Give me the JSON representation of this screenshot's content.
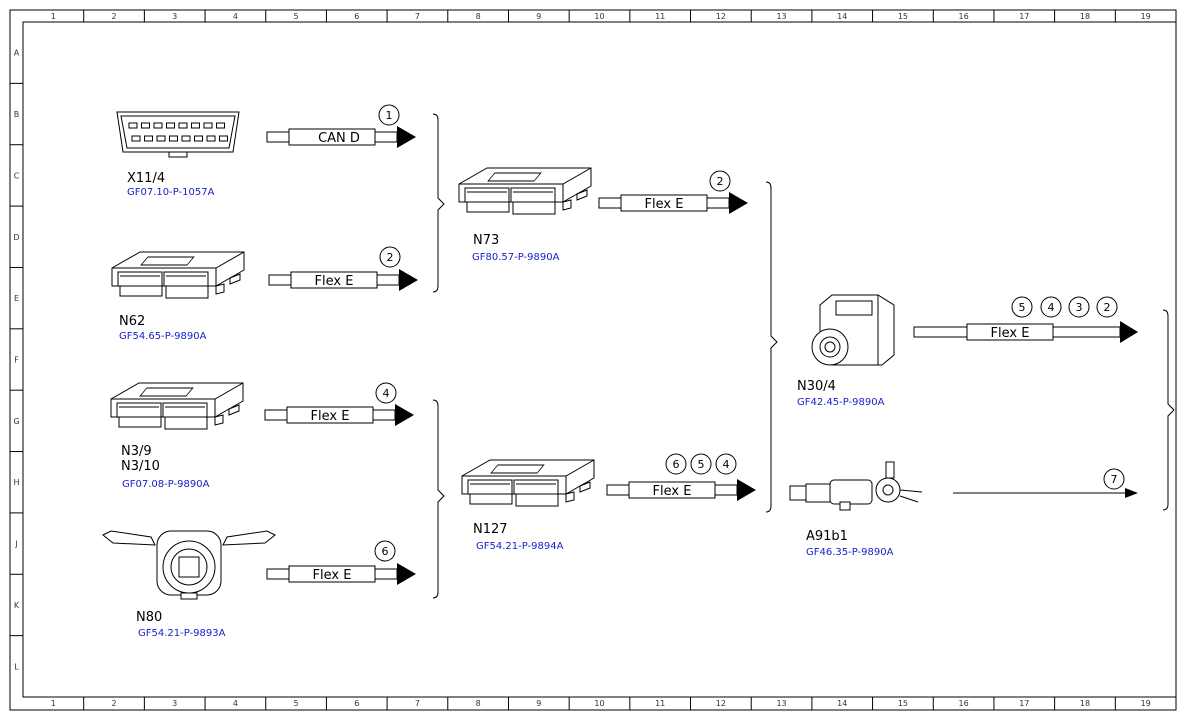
{
  "frame": {
    "col_labels": [
      "1",
      "2",
      "3",
      "4",
      "5",
      "6",
      "7",
      "8",
      "9",
      "10",
      "11",
      "12",
      "13",
      "14",
      "15",
      "16",
      "17",
      "18",
      "19"
    ],
    "row_labels": [
      "A",
      "B",
      "C",
      "D",
      "E",
      "F",
      "G",
      "H",
      "J",
      "K",
      "L"
    ]
  },
  "components": [
    {
      "id": "x11-4",
      "name": "X11/4",
      "ref": "GF07.10-P-1057A",
      "name2": ""
    },
    {
      "id": "n62",
      "name": "N62",
      "ref": "GF54.65-P-9890A",
      "name2": ""
    },
    {
      "id": "n3-9",
      "name": "N3/9",
      "name2": "N3/10",
      "ref": "GF07.08-P-9890A"
    },
    {
      "id": "n80",
      "name": "N80",
      "ref": "GF54.21-P-9893A",
      "name2": ""
    },
    {
      "id": "n73",
      "name": "N73",
      "ref": "GF80.57-P-9890A",
      "name2": ""
    },
    {
      "id": "n127",
      "name": "N127",
      "ref": "GF54.21-P-9894A",
      "name2": ""
    },
    {
      "id": "n30-4",
      "name": "N30/4",
      "ref": "GF42.45-P-9890A",
      "name2": ""
    },
    {
      "id": "a91b1",
      "name": "A91b1",
      "ref": "GF46.35-P-9890A",
      "name2": ""
    }
  ],
  "connections": [
    {
      "id": "x11-bus",
      "label": "CAN D",
      "markers": [
        "1"
      ]
    },
    {
      "id": "n62-bus",
      "label": "Flex E",
      "markers": [
        "2"
      ]
    },
    {
      "id": "n3-bus",
      "label": "Flex E",
      "markers": [
        "4"
      ]
    },
    {
      "id": "n80-bus",
      "label": "Flex E",
      "markers": [
        "6"
      ]
    },
    {
      "id": "n73-bus",
      "label": "Flex E",
      "markers": [
        "2"
      ]
    },
    {
      "id": "n127-bus",
      "label": "Flex E",
      "markers": [
        "6",
        "5",
        "4"
      ]
    },
    {
      "id": "n30-bus",
      "label": "Flex E",
      "markers": [
        "5",
        "4",
        "3",
        "2"
      ]
    },
    {
      "id": "a91-line",
      "label": "",
      "markers": [
        "7"
      ]
    }
  ]
}
